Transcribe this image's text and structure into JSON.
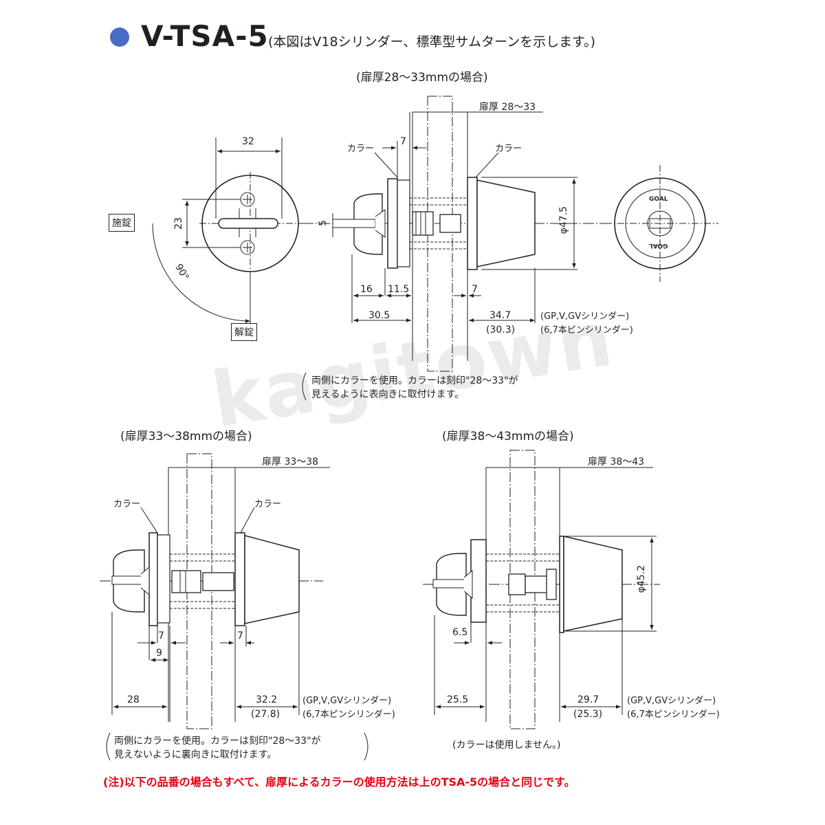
{
  "header": {
    "title": "V-TSA-5",
    "subtitle": "(本図はV18シリンダー、標準型サムターンを示します。)",
    "accent_color": "#4a6bc4"
  },
  "top_section": {
    "heading": "(扉厚28〜33mmの場合)",
    "front_view": {
      "width_dim": "32",
      "height_dim": "23",
      "lock_label": "施錠",
      "unlock_label": "解錠",
      "angle_label": "90°"
    },
    "side_view": {
      "door_thickness_label": "扉厚 28〜33",
      "collar_left": "カラー",
      "collar_right": "カラー",
      "dim_7_top": "7",
      "dim_5": "5",
      "dim_16": "16",
      "dim_11_5": "11.5",
      "dim_7_right": "7",
      "dim_30_5": "30.5",
      "dim_34_7": "34.7",
      "dim_30_3": "(30.3)",
      "diameter": "φ47.5"
    },
    "cylinder_types": [
      "(GP,V,GVシリンダー)",
      "(6,7本ピンシリンダー)"
    ],
    "note": [
      "両側にカラーを使用。カラーは刻印\"28〜33\"が",
      "見えるように表向きに取付けます。"
    ]
  },
  "bottom_left": {
    "heading": "(扉厚33〜38mmの場合)",
    "door_thickness_label": "扉厚 33〜38",
    "collar_left": "カラー",
    "collar_right": "カラー",
    "dim_7_left": "7",
    "dim_7_right": "7",
    "dim_9": "9",
    "dim_28": "28",
    "dim_32_2": "32.2",
    "dim_27_8": "(27.8)",
    "cylinder_types": [
      "(GP,V,GVシリンダー)",
      "(6,7本ピンシリンダー)"
    ],
    "note": [
      "両側にカラーを使用。カラーは刻印\"28〜33\"が",
      "見えないように裏向きに取付けます。"
    ]
  },
  "bottom_right": {
    "heading": "(扉厚38〜43mmの場合)",
    "door_thickness_label": "扉厚 38〜43",
    "dim_6_5": "6.5",
    "dim_25_5": "25.5",
    "dim_29_7": "29.7",
    "dim_25_3": "(25.3)",
    "diameter": "φ45.2",
    "cylinder_types": [
      "(GP,V,GVシリンダー)",
      "(6,7本ピンシリンダー)"
    ],
    "note": "(カラーは使用しません。)"
  },
  "cylinder_face": {
    "top_text": "GOAL",
    "bottom_text": "GOAL"
  },
  "footer": "(注)以下の品番の場合もすべて、扉厚によるカラーの使用方法は上のTSA-5の場合と同じです。",
  "watermark": "kagitown"
}
